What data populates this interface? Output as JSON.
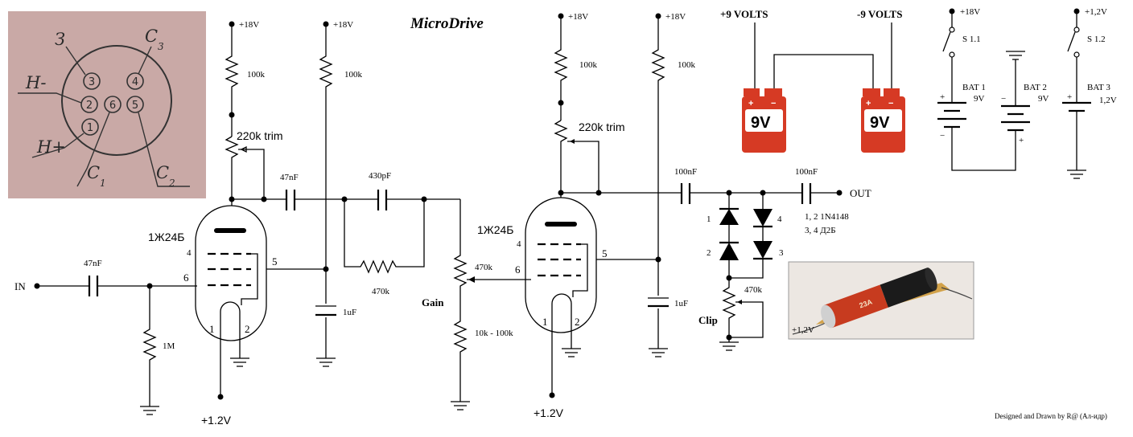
{
  "title": "MicroDrive",
  "credit": "Designed and Drawn by R@ (Ал-идр)",
  "supply": {
    "v18": "+18V",
    "v12_filament": "+1.2V",
    "v12_small": "+1,2V"
  },
  "io": {
    "in": "IN",
    "out": "OUT"
  },
  "tubes": {
    "tube1": "1Ж24Б",
    "tube2": "1Ж24Б"
  },
  "pins": {
    "p1": "1",
    "p2": "2",
    "p4": "4",
    "p5": "5",
    "p6": "6"
  },
  "socket_diagram": {
    "labels": {
      "z": "З",
      "c3": "C",
      "c3_sub": "3",
      "h_minus": "H-",
      "h_plus": "H+",
      "c1": "C",
      "c1_sub": "1",
      "c2": "C",
      "c2_sub": "2"
    },
    "pins": [
      "3",
      "4",
      "2",
      "6",
      "5",
      "1"
    ]
  },
  "stage1": {
    "plate_resistor": "100k",
    "trim": "220k trim",
    "screen_resistor": "100k",
    "coupling_cap": "47nF",
    "bypass_cap": "1uF",
    "input_cap": "47nF",
    "grid_resistor": "1M"
  },
  "tone": {
    "cap": "430pF",
    "resistor": "470k"
  },
  "gain": {
    "pot": "470k",
    "label": "Gain",
    "resistor": "10k - 100k"
  },
  "stage2": {
    "plate_resistor": "100k",
    "trim": "220k trim",
    "screen_resistor": "100k",
    "bypass_cap": "1uF"
  },
  "output": {
    "cap1": "100nF",
    "cap2": "100nF",
    "diodes_a": "1, 2  1N4148",
    "diodes_b": "3, 4  Д2Б",
    "diode_nums": [
      "1",
      "2",
      "3",
      "4"
    ],
    "clip_pot": "470k",
    "clip_label": "Clip"
  },
  "power_batteries": {
    "plus9": "+9 VOLTS",
    "minus9": "-9 VOLTS",
    "battery_label": "9V",
    "plus_sign": "+",
    "minus_sign": "−"
  },
  "switches": {
    "s11": "S 1.1",
    "s12": "S 1.2",
    "bat1": "BAT 1",
    "bat1_v": "9V",
    "bat2": "BAT 2",
    "bat2_v": "9V",
    "bat3": "BAT 3",
    "bat3_v": "1,2V",
    "plus": "+",
    "minus": "−"
  },
  "photo": {
    "caption": "+1,2V",
    "battery_label": "23A"
  },
  "colors": {
    "socket_bg": "#c9a9a6",
    "battery_red": "#d63a24",
    "battery_white": "#ffffff",
    "photo_bg": "#ece7e2"
  }
}
